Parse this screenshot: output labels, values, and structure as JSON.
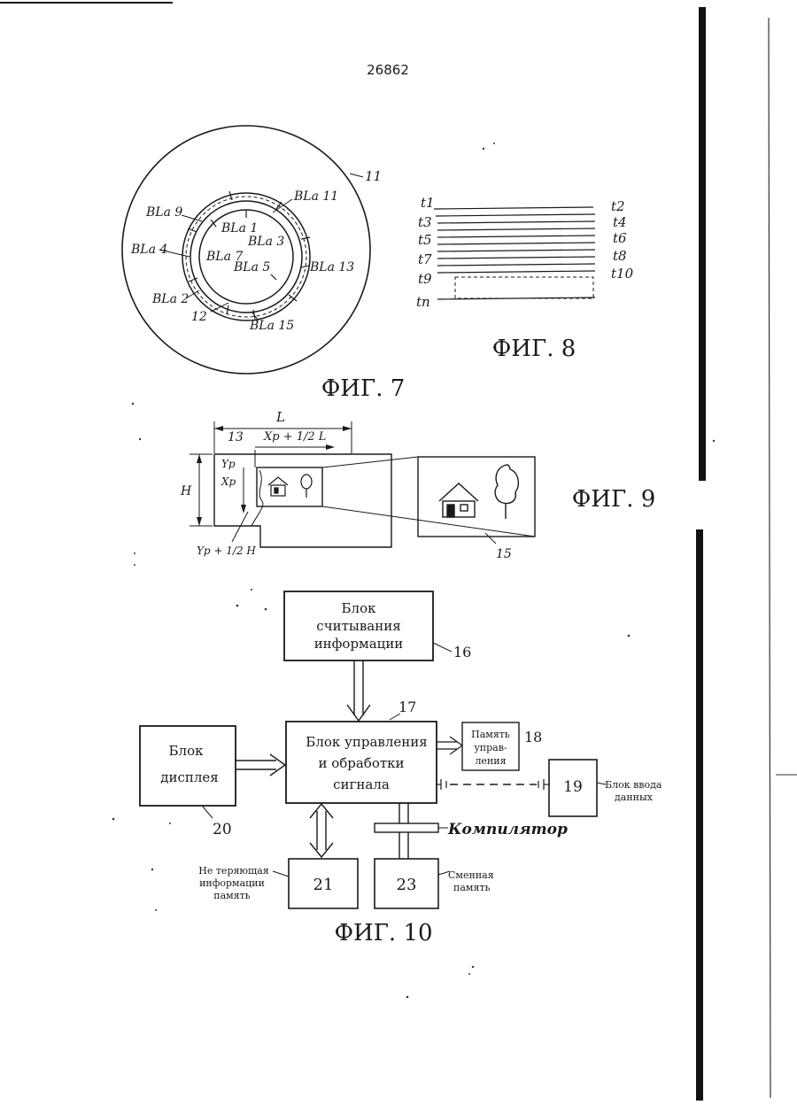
{
  "page_number": "26862",
  "fig7": {
    "caption": "ФИГ. 7",
    "outer_ref": "11",
    "labels": [
      "BLa 9",
      "BLa 11",
      "BLa 1",
      "BLa 3",
      "BLa 4",
      "BLa 7",
      "BLa 5",
      "BLa 13",
      "BLa 2",
      "12",
      "BLa 15"
    ]
  },
  "fig8": {
    "caption": "ФИГ. 8",
    "left_labels": [
      "t1",
      "t3",
      "t5",
      "t7",
      "t9",
      "tn"
    ],
    "right_labels": [
      "t2",
      "t4",
      "t6",
      "t8",
      "t10"
    ]
  },
  "fig9": {
    "caption": "ФИГ. 9",
    "L": "L",
    "ref13": "13",
    "xp_label": "Xp + 1/2 L",
    "yp_label": "Yp",
    "xp_short": "Xp",
    "H": "H",
    "yp_bottom": "Yp + 1/2 H",
    "ref15": "15"
  },
  "fig10": {
    "caption": "ФИГ. 10",
    "read_block": {
      "line1": "Блок",
      "line2": "считывания",
      "line3": "информации",
      "ref": "16"
    },
    "control_block": {
      "line1": "Блок управления",
      "line2": "и обработки",
      "line3": "сигнала",
      "ref": "17"
    },
    "control_memory": {
      "line1": "Память",
      "line2": "управ-",
      "line3": "ления",
      "ref": "18"
    },
    "input_block": {
      "number": "19",
      "label_line1": "Блок ввода",
      "label_line2": "данных"
    },
    "display_block": {
      "line1": "Блок",
      "line2": "дисплея",
      "ref": "20"
    },
    "nv_memory": {
      "number": "21",
      "label_line1": "Не теряющая",
      "label_line2": "информации",
      "label_line3": "память"
    },
    "removable_memory": {
      "number": "23",
      "label_line1": "Сменная",
      "label_line2": "память"
    },
    "compiler_label": "Компилятор"
  }
}
